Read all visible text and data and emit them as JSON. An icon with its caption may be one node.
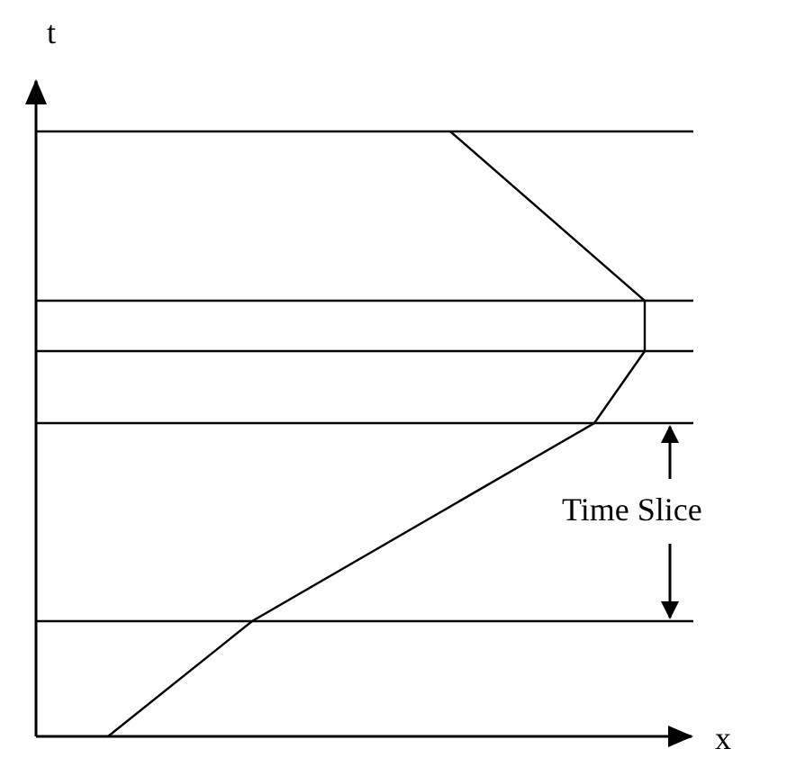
{
  "diagram": {
    "labels": [
      "t",
      "Time Slice",
      "x"
    ]
  }
}
